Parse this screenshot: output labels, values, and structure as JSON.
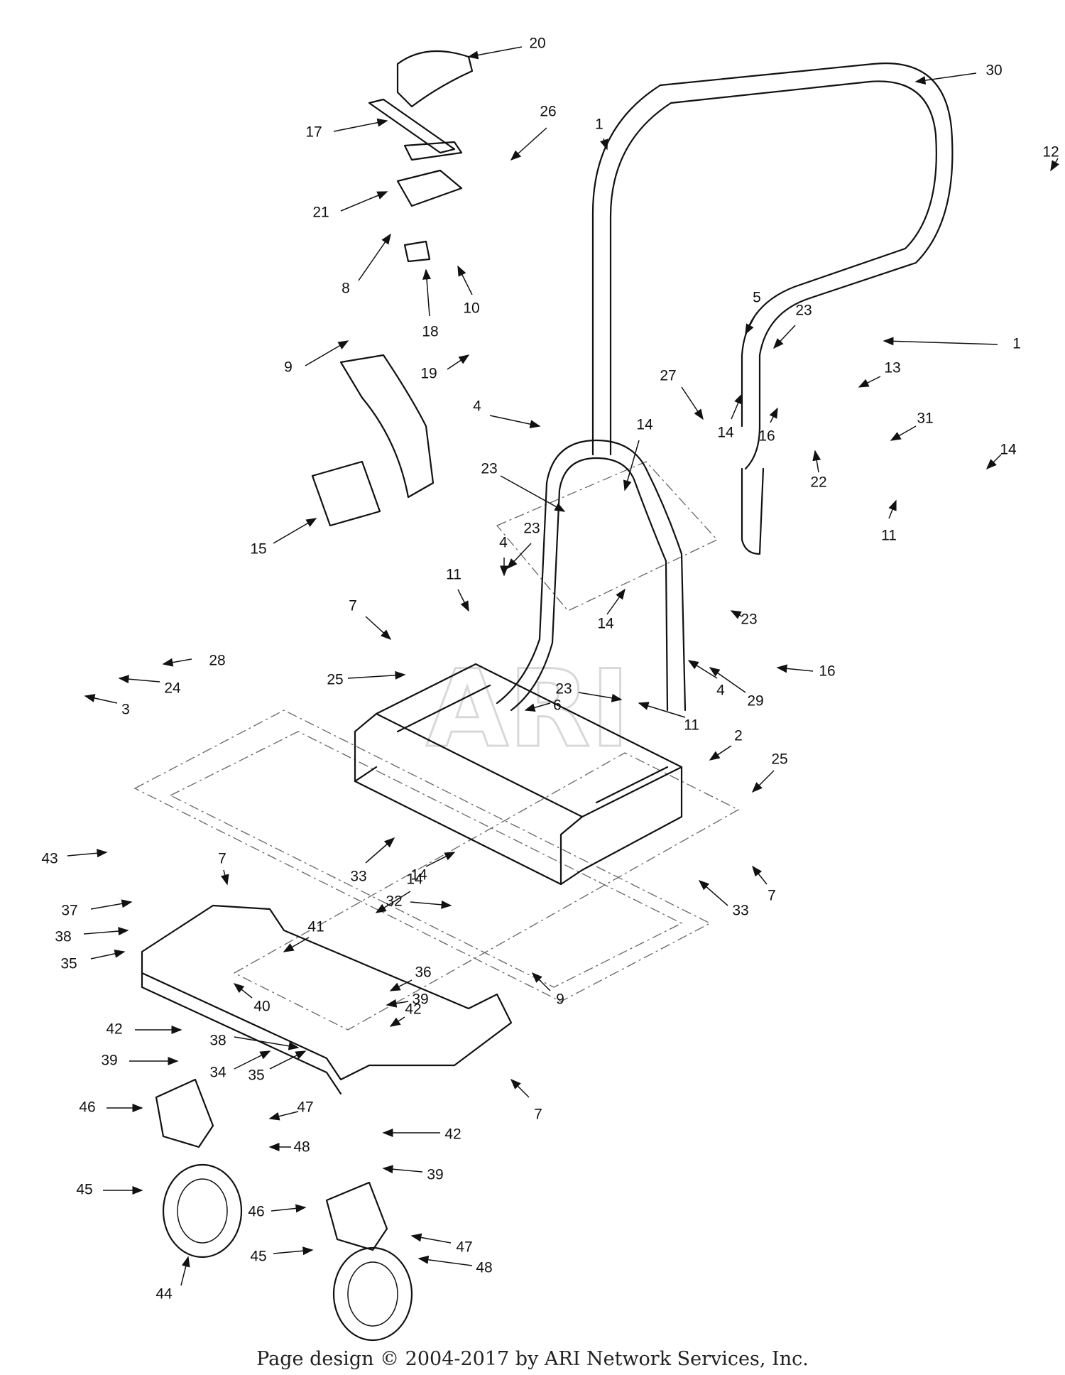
{
  "footer": {
    "text": "Page design © 2004-2017 by ARI Network Services, Inc."
  },
  "watermark": "ARI",
  "callout_labels": [
    "20",
    "30",
    "26",
    "17",
    "1",
    "12",
    "21",
    "8",
    "10",
    "18",
    "5",
    "23",
    "1",
    "9",
    "19",
    "13",
    "14",
    "16",
    "27",
    "4",
    "14",
    "31",
    "14",
    "22",
    "15",
    "11",
    "23",
    "4",
    "23",
    "11",
    "7",
    "14",
    "23",
    "28",
    "24",
    "3",
    "25",
    "6",
    "16",
    "23",
    "4",
    "29",
    "11",
    "2",
    "25",
    "33",
    "43",
    "7",
    "14",
    "32",
    "33",
    "7",
    "37",
    "38",
    "41",
    "14",
    "35",
    "40",
    "36",
    "39",
    "9",
    "42",
    "42",
    "38",
    "39",
    "34",
    "35",
    "7",
    "46",
    "47",
    "48",
    "45",
    "42",
    "39",
    "46",
    "47",
    "48",
    "45",
    "44"
  ]
}
